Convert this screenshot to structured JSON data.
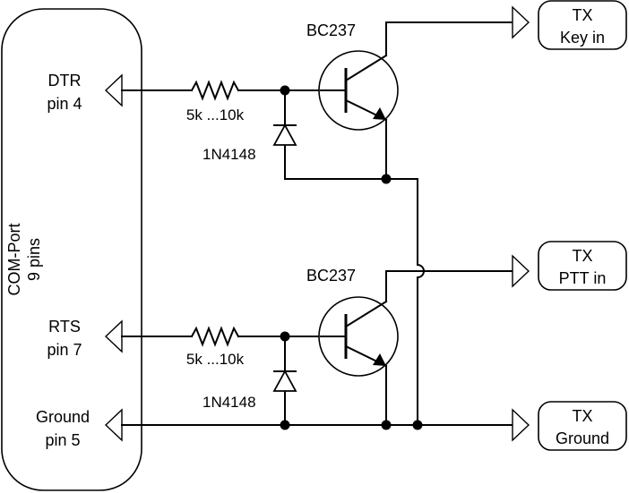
{
  "connector": {
    "title_line1": "COM-Port",
    "title_line2": "9 pins",
    "pins": [
      {
        "line1": "DTR",
        "line2": "pin 4"
      },
      {
        "line1": "RTS",
        "line2": "pin 7"
      },
      {
        "line1": "Ground",
        "line2": "pin 5"
      }
    ]
  },
  "components": {
    "transistor_top": "BC237",
    "transistor_bottom": "BC237",
    "resistor_top": "5k ...10k",
    "resistor_bottom": "5k ...10k",
    "diode_top": "1N4148",
    "diode_bottom": "1N4148"
  },
  "outputs": [
    {
      "line1": "TX",
      "line2": "Key in"
    },
    {
      "line1": "TX",
      "line2": "PTT in"
    },
    {
      "line1": "TX",
      "line2": "Ground"
    }
  ]
}
